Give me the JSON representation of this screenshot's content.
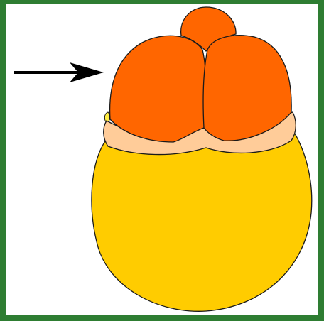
{
  "diagram": {
    "colors": {
      "border": "#2e7d32",
      "background": "#ffffff",
      "yolk": "#ffcc00",
      "collar": "#ffcc99",
      "lobes": "#ff6600",
      "outline": "#1a1a1a",
      "arrow": "#000000"
    },
    "parts": [
      "yolk-sphere",
      "collar-band",
      "top-lobe",
      "left-lobe",
      "right-lobe",
      "pointer-arrow"
    ]
  }
}
